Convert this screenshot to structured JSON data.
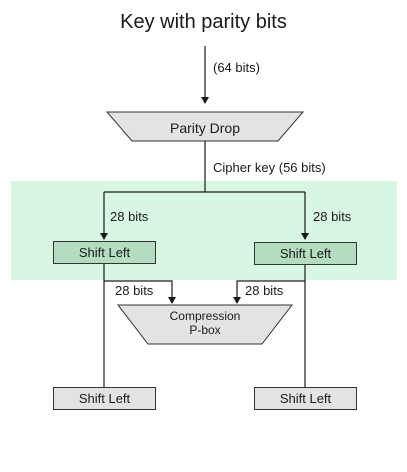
{
  "diagram": {
    "title": "Key with parity bits",
    "input_bits_label": "(64 bits)",
    "parity_drop_label": "Parity Drop",
    "cipher_key_label": "Cipher key (56 bits)",
    "left_split_label": "28 bits",
    "right_split_label": "28 bits",
    "shift_left_top_left": "Shift Left",
    "shift_left_top_right": "Shift Left",
    "to_compression_left_label": "28 bits",
    "to_compression_right_label": "28 bits",
    "compression_label_line1": "Compression",
    "compression_label_line2": "P-box",
    "shift_left_bottom_left": "Shift Left",
    "shift_left_bottom_right": "Shift Left",
    "colors": {
      "band": "#d8f7e3",
      "shift_box_top": "#b3dcc1",
      "grey_box": "#e3e3e3"
    }
  }
}
